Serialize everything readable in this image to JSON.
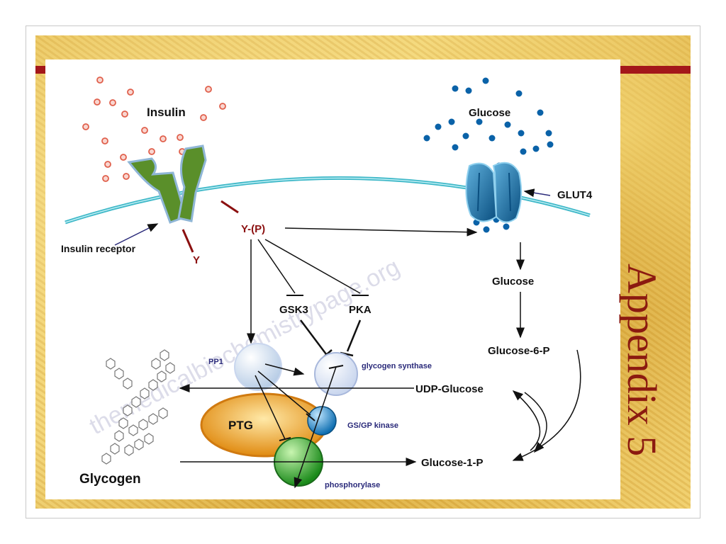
{
  "slide": {
    "title": "Appendix 5",
    "accent_color": "#a3171a"
  },
  "diagram": {
    "watermark": "themedicalbiochemistrypage.org",
    "labels": {
      "insulin": "Insulin",
      "glucose_outside": "Glucose",
      "glut4": "GLUT4",
      "insulin_receptor": "Insulin receptor",
      "y": "Y",
      "y_p": "Y-(P)",
      "gsk3": "GSK3",
      "pka": "PKA",
      "pp1": "PP1",
      "glycogen_synthase": "glycogen synthase",
      "ptg": "PTG",
      "gs_gp_kinase": "GS/GP kinase",
      "phosphorylase": "phosphorylase",
      "glycogen": "Glycogen",
      "glucose_inside": "Glucose",
      "glucose_6_p": "Glucose-6-P",
      "udp_glucose": "UDP-Glucose",
      "glucose_1_p": "Glucose-1-P"
    },
    "colors": {
      "membrane": "#3fb8c8",
      "receptor": "#5a8f2a",
      "insulin_dot": "#e0604c",
      "glucose_dot": "#0a62a8",
      "glut4": "#1a76a8",
      "phospho_red": "#8b1010",
      "enzyme_label": "#2a2a7a"
    }
  }
}
